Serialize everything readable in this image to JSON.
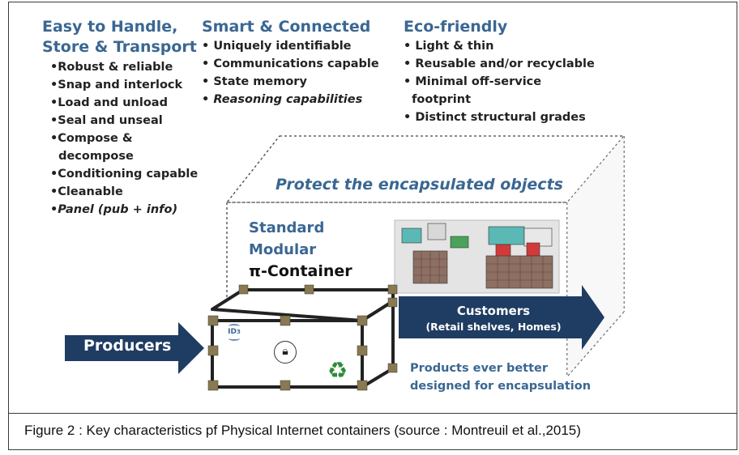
{
  "columns": [
    {
      "heading_lines": [
        "Easy to Handle,",
        "Store & Transport"
      ],
      "items": [
        "•Robust & reliable",
        "•Snap and interlock",
        "•Load and unload",
        "•Seal and unseal",
        "•Compose &",
        "  decompose",
        "•Conditioning capable",
        "•Cleanable"
      ],
      "italic_item": "•Panel (pub + info)"
    },
    {
      "heading": "Smart & Connected",
      "items": [
        "• Uniquely identifiable",
        "• Communications capable",
        "• State memory"
      ],
      "italic_item": "• Reasoning capabilities"
    },
    {
      "heading": "Eco-friendly",
      "items": [
        "• Light & thin",
        "• Reusable and/or recyclable",
        "• Minimal off-service",
        "  footprint",
        "• Distinct structural grades"
      ]
    }
  ],
  "box": {
    "protect_label": "Protect the encapsulated objects",
    "standard_lines": [
      "Standard",
      "Modular",
      "π-Container"
    ]
  },
  "flow": {
    "producers": "Producers",
    "customers": "Customers",
    "customers_sub": "(Retail shelves, Homes)",
    "products_lines": [
      "Products ever better",
      "designed for encapsulation"
    ]
  },
  "container_icons": {
    "id_label": "ID",
    "icons": [
      "rfid-id-icon",
      "lock-rotate-icon",
      "recycle-icon"
    ]
  },
  "colors": {
    "heading_blue": "#3a6792",
    "arrow_navy": "#1f3c63",
    "recycle_green": "#2e8b3a",
    "corner_brown": "#8a7a52"
  },
  "caption": "Figure 2 : Key characteristics pf Physical Internet containers (source : Montreuil et al.,2015)"
}
